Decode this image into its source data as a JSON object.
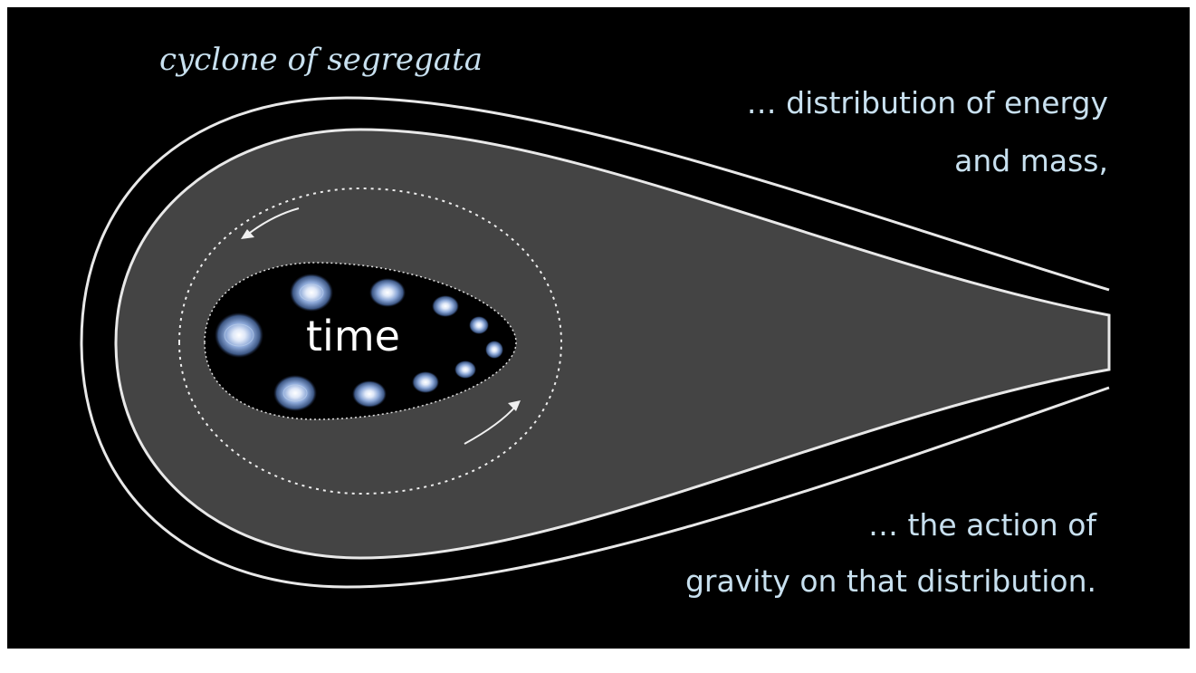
{
  "title": "cyclone of segregata",
  "top_right": {
    "line1": "… distribution  of energy",
    "line2": "and mass,"
  },
  "bottom_right": {
    "line1": "… the action of",
    "line2": "gravity on that distribution."
  },
  "center_label": "time",
  "colors": {
    "background": "#000000",
    "band_fill": "#444444",
    "outline": "#e8e8e8",
    "text": "#c8e0ef",
    "center_text": "#ffffff",
    "galaxy": "#9fb8dd"
  },
  "icons": [
    "galaxy-icon",
    "arrow-icon"
  ]
}
